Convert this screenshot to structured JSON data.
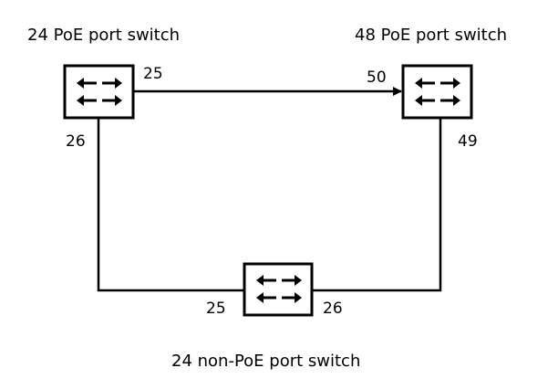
{
  "switches": {
    "top_left": {
      "label": "24 PoE port switch",
      "uplink_port": "25",
      "down_port": "26"
    },
    "top_right": {
      "label": "48 PoE port switch",
      "in_port": "50",
      "down_port": "49"
    },
    "bottom": {
      "label": "24 non-PoE port switch",
      "left_port": "25",
      "right_port": "26"
    }
  },
  "icons": {
    "switch": "switch-arrows-icon"
  },
  "colors": {
    "line": "#000000",
    "background": "#ffffff"
  }
}
